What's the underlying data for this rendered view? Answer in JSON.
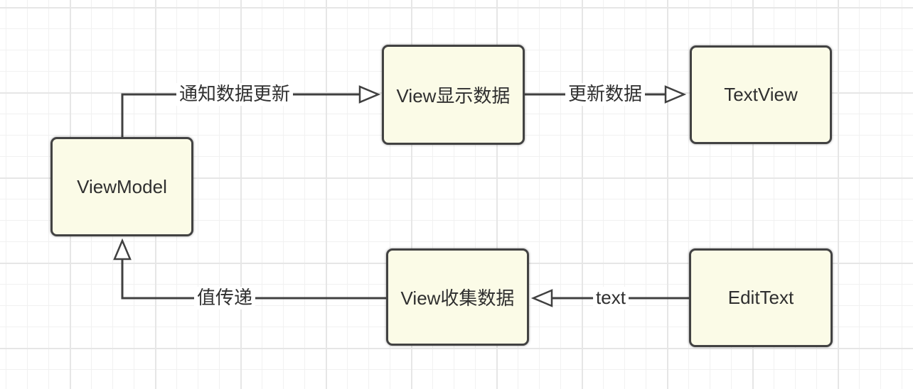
{
  "diagram": {
    "title": "MVVM data flow diagram",
    "colors": {
      "node_fill": "#fbfbe7",
      "node_border": "#424242",
      "edge_stroke": "#404040",
      "label_text": "#2f2f2f",
      "grid_minor": "#f1f1f1",
      "grid_major": "#e6e6e6",
      "canvas_bg": "#ffffff"
    },
    "nodes": [
      {
        "id": "viewmodel",
        "label": "ViewModel"
      },
      {
        "id": "view-display",
        "label": "View显示数据"
      },
      {
        "id": "textview",
        "label": "TextView"
      },
      {
        "id": "view-collect",
        "label": "View收集数据"
      },
      {
        "id": "edittext",
        "label": "EditText"
      }
    ],
    "edges": [
      {
        "id": "notify",
        "label": "通知数据更新",
        "from": "ViewModel",
        "to": "View显示数据",
        "arrowhead": "hollow-triangle"
      },
      {
        "id": "update",
        "label": "更新数据",
        "from": "View显示数据",
        "to": "TextView",
        "arrowhead": "hollow-triangle"
      },
      {
        "id": "text",
        "label": "text",
        "from": "EditText",
        "to": "View收集数据",
        "arrowhead": "hollow-triangle"
      },
      {
        "id": "value",
        "label": "值传递",
        "from": "View收集数据",
        "to": "ViewModel",
        "arrowhead": "hollow-triangle"
      }
    ]
  }
}
